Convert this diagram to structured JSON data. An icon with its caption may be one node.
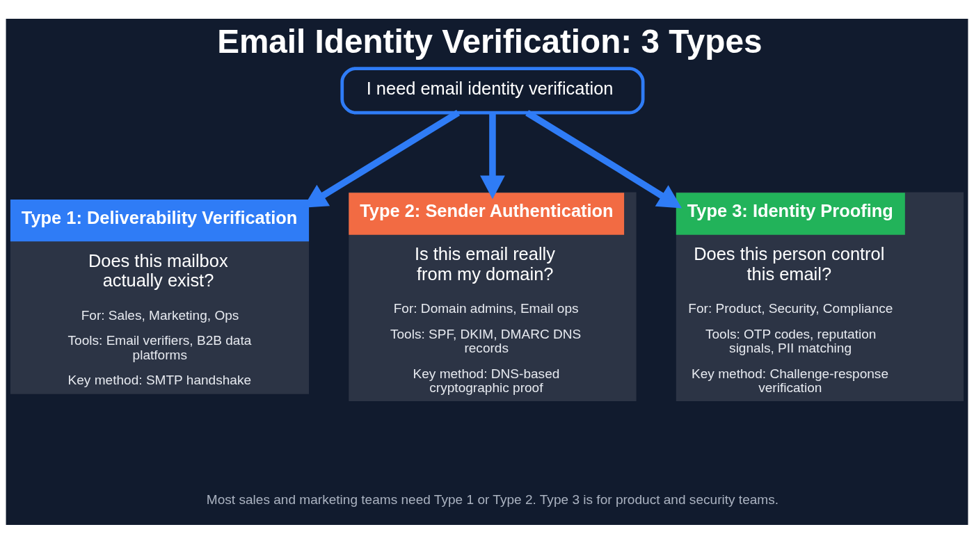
{
  "diagram": {
    "title": "Email Identity Verification: 3 Types",
    "caption": "Most sales and marketing teams need Type 1 or Type 2. Type 3 is for product and security teams.",
    "nodes": [
      {
        "text": [
          "I need email identity verification"
        ]
      },
      {
        "text": [
          "Type 1: Deliverability Verification",
          "Does this mailbox actually exist?",
          "For: Sales, Marketing, Ops",
          "Tools: Email verifiers, B2B data platforms",
          "Key method: SMTP handshake"
        ]
      },
      {
        "text": [
          "Type 2: Sender Authentication",
          "Is this email really from my domain?",
          "For: Domain admins, Email ops",
          "Tools: SPF, DKIM, DMARC DNS records",
          "Key method: DNS-based cryptographic proof"
        ]
      },
      {
        "text": [
          "Type 3: Identity Proofing",
          "Does this person control this email?",
          "For: Product, Security, Compliance",
          "Tools: OTP codes, reputation signals, PII matching",
          "Key method: Challenge-response verification"
        ]
      }
    ],
    "edges": [
      {
        "from": 0,
        "to": 1,
        "arrow": "to"
      },
      {
        "from": 0,
        "to": 2,
        "arrow": "to"
      },
      {
        "from": 0,
        "to": 3,
        "arrow": "to"
      }
    ]
  }
}
